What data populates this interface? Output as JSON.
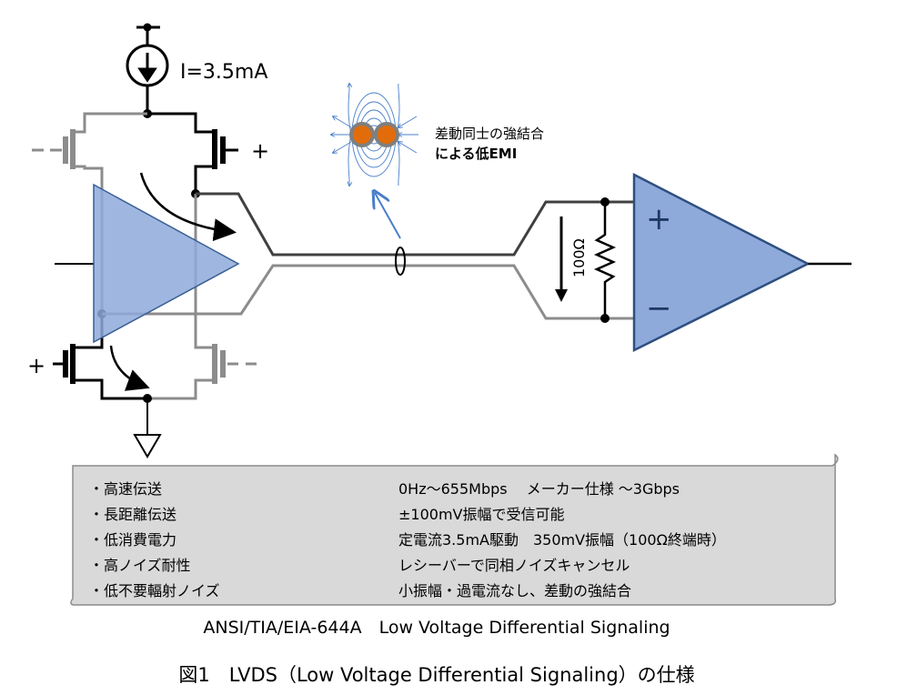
{
  "diagram": {
    "current_source_label": "I=3.5mA",
    "plus": "+",
    "minus": "− −",
    "emi_label_line1": "差動同士の強結合",
    "emi_label_line2": "による低EMI",
    "resistor_label": "100Ω",
    "receiver_plus": "+",
    "receiver_minus": "−",
    "colors": {
      "triangle_fill": "#8eaadb",
      "triangle_stroke": "#3a5f95",
      "field_lines": "#4a7fc8",
      "conductor": "#e36c0a",
      "gray_wire": "#8c8c8c",
      "scroll_fill": "#d9d9d9"
    }
  },
  "spec_table": {
    "rows": [
      {
        "feature": "・高速伝送",
        "detail": "0Hz～655Mbps　 メーカー仕様 ～3Gbps"
      },
      {
        "feature": "・長距離伝送",
        "detail": "±100mV振幅で受信可能"
      },
      {
        "feature": "・低消費電力",
        "detail": "定電流3.5mA駆動　350mV振幅（100Ω終端時）"
      },
      {
        "feature": "・高ノイズ耐性",
        "detail": "レシーバーで同相ノイズキャンセル"
      },
      {
        "feature": "・低不要輻射ノイズ",
        "detail": "小振幅・過電流なし、差動の強結合"
      }
    ]
  },
  "caption_standard": "ANSI/TIA/EIA-644A　Low Voltage Differential Signaling",
  "figure_caption": "図1　LVDS（Low Voltage Differential Signaling）の仕様"
}
